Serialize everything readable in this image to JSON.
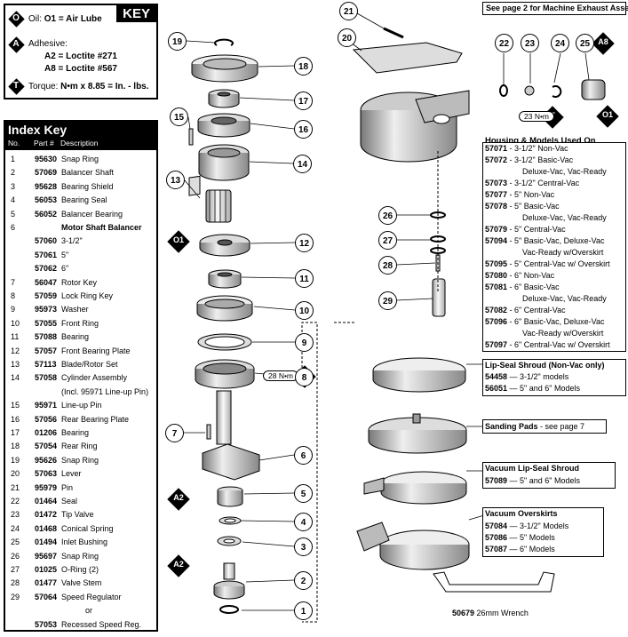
{
  "key": {
    "title": "KEY",
    "oil": {
      "symbol": "O",
      "text": "Oil:",
      "bold": "O1 = Air Lube"
    },
    "adhesive": {
      "symbol": "A",
      "text": "Adhesive:",
      "a2": "A2 = Loctite #271",
      "a8": "A8 = Loctite #567"
    },
    "torque": {
      "symbol": "T",
      "text": "Torque:",
      "bold": "N•m x 8.85 = In. - lbs."
    }
  },
  "index_key": {
    "title": "Index Key",
    "columns": [
      "No.",
      "Part #",
      "Description"
    ],
    "rows": [
      [
        "1",
        "95630",
        "Snap Ring"
      ],
      [
        "2",
        "57069",
        "Balancer Shaft"
      ],
      [
        "3",
        "95628",
        "Bearing Shield"
      ],
      [
        "4",
        "56053",
        "Bearing Seal"
      ],
      [
        "5",
        "56052",
        "Balancer Bearing"
      ],
      [
        "6",
        "",
        "Motor Shaft Balancer"
      ],
      [
        "",
        "57060",
        "3-1/2\""
      ],
      [
        "",
        "57061",
        "5\""
      ],
      [
        "",
        "57062",
        "6\""
      ],
      [
        "7",
        "56047",
        "Rotor Key"
      ],
      [
        "8",
        "57059",
        "Lock Ring Key"
      ],
      [
        "9",
        "95973",
        "Washer"
      ],
      [
        "10",
        "57055",
        "Front Ring"
      ],
      [
        "11",
        "57088",
        "Bearing"
      ],
      [
        "12",
        "57057",
        "Front Bearing Plate"
      ],
      [
        "13",
        "57113",
        "Blade/Rotor Set"
      ],
      [
        "14",
        "57058",
        "Cylinder Assembly"
      ],
      [
        "",
        "",
        "(Incl. 95971 Line-up Pin)"
      ],
      [
        "15",
        "95971",
        "Line-up Pin"
      ],
      [
        "16",
        "57056",
        "Rear Bearing Plate"
      ],
      [
        "17",
        "01206",
        "Bearing"
      ],
      [
        "18",
        "57054",
        "Rear Ring"
      ],
      [
        "19",
        "95626",
        "Snap Ring"
      ],
      [
        "20",
        "57063",
        "Lever"
      ],
      [
        "21",
        "95979",
        "Pin"
      ],
      [
        "22",
        "01464",
        "Seal"
      ],
      [
        "23",
        "01472",
        "Tip Valve"
      ],
      [
        "24",
        "01468",
        "Conical Spring"
      ],
      [
        "25",
        "01494",
        "Inlet Bushing"
      ],
      [
        "26",
        "95697",
        "Snap Ring"
      ],
      [
        "27",
        "01025",
        "O-Ring (2)"
      ],
      [
        "28",
        "01477",
        "Valve Stem"
      ],
      [
        "29",
        "57064",
        "Speed Regulator"
      ],
      [
        "",
        "",
        "or"
      ],
      [
        "",
        "57053",
        "Recessed Speed Reg."
      ]
    ]
  },
  "callouts": [
    "1",
    "2",
    "3",
    "4",
    "5",
    "6",
    "7",
    "8",
    "9",
    "10",
    "11",
    "12",
    "13",
    "14",
    "15",
    "16",
    "17",
    "18",
    "19",
    "20",
    "21",
    "22",
    "23",
    "24",
    "25",
    "26",
    "27",
    "28",
    "29"
  ],
  "symbols": {
    "o1": "O1",
    "a2": "A2",
    "a8": "A8",
    "t": "T"
  },
  "torques": {
    "t28": "28 N•m",
    "t23": "23 N•m"
  },
  "exhaust_note": "See page 2 for Machine Exhaust Assemblies.",
  "housing": {
    "title": "Housing & Models Used On",
    "rows": [
      [
        "57071",
        "- 3-1/2\" Non-Vac"
      ],
      [
        "57072",
        "- 3-1/2\" Basic-Vac"
      ],
      [
        "",
        "Deluxe-Vac, Vac-Ready"
      ],
      [
        "57073",
        "- 3-1/2\" Central-Vac"
      ],
      [
        "57077",
        "- 5\" Non-Vac"
      ],
      [
        "57078",
        "- 5\" Basic-Vac"
      ],
      [
        "",
        "Deluxe-Vac, Vac-Ready"
      ],
      [
        "57079",
        "- 5\" Central-Vac"
      ],
      [
        "57094",
        "- 5\" Basic-Vac, Deluxe-Vac"
      ],
      [
        "",
        "Vac-Ready w/Overskirt"
      ],
      [
        "57095",
        "- 5\" Central-Vac w/ Overskirt"
      ],
      [
        "57080",
        "- 6\" Non-Vac"
      ],
      [
        "57081",
        "- 6\" Basic-Vac"
      ],
      [
        "",
        "Deluxe-Vac, Vac-Ready"
      ],
      [
        "57082",
        "- 6\" Central-Vac"
      ],
      [
        "57096",
        "- 6\" Basic-Vac, Deluxe-Vac"
      ],
      [
        "",
        "Vac-Ready w/Overskirt"
      ],
      [
        "57097",
        "- 6\" Central-Vac w/ Overskirt"
      ]
    ]
  },
  "lip_seal": {
    "title": "Lip-Seal Shroud (Non-Vac only)",
    "rows": [
      [
        "54458",
        "— 3-1/2\" models"
      ],
      [
        "56051",
        "— 5\" and 6\" Models"
      ]
    ]
  },
  "sanding_pads": {
    "title": "Sanding Pads",
    "note": "- see page 7"
  },
  "vac_lip": {
    "title": "Vacuum Lip-Seal Shroud",
    "rows": [
      [
        "57089",
        "— 5\" and 6\" Models"
      ]
    ]
  },
  "vac_over": {
    "title": "Vacuum Overskirts",
    "rows": [
      [
        "57084",
        "— 3-1/2\" Models"
      ],
      [
        "57086",
        "— 5\" Models"
      ],
      [
        "57087",
        "— 6\" Models"
      ]
    ]
  },
  "wrench": {
    "part": "50679",
    "label": "26mm Wrench"
  },
  "colors": {
    "ink": "#000000",
    "paper": "#ffffff",
    "part_fill": "#d9d9d9",
    "part_dark": "#8c8c8c"
  }
}
